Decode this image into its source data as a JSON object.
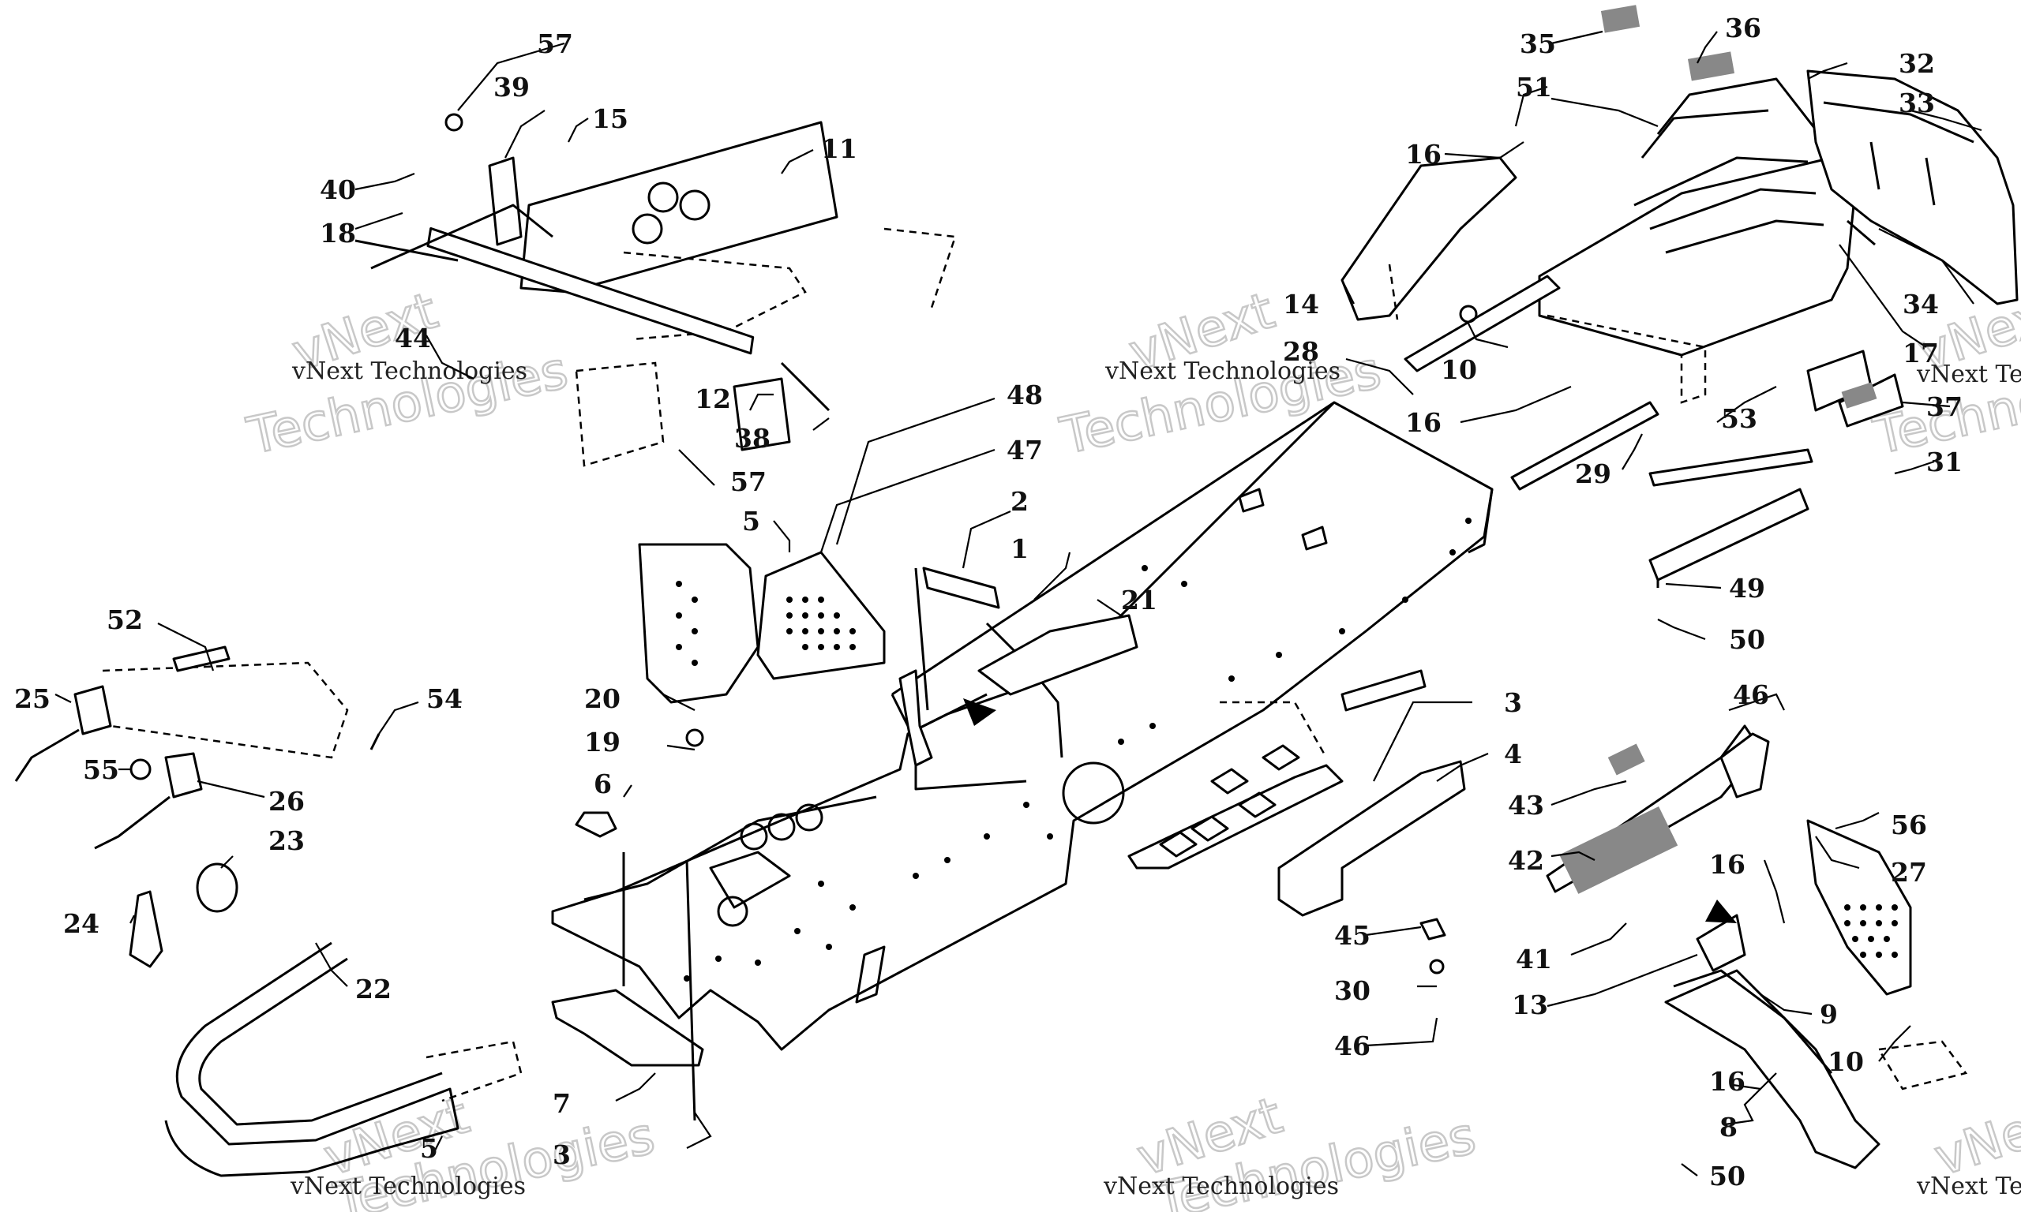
{
  "watermark": {
    "line1": "vNext",
    "line2": "Technologies",
    "full": "vNext Technologies"
  },
  "callouts": [
    "1",
    "2",
    "3",
    "3",
    "4",
    "5",
    "5",
    "6",
    "7",
    "8",
    "9",
    "10",
    "10",
    "11",
    "12",
    "13",
    "14",
    "15",
    "16",
    "16",
    "16",
    "16",
    "17",
    "18",
    "19",
    "20",
    "21",
    "22",
    "23",
    "24",
    "25",
    "26",
    "27",
    "28",
    "29",
    "30",
    "31",
    "32",
    "33",
    "34",
    "35",
    "36",
    "37",
    "38",
    "39",
    "40",
    "41",
    "42",
    "43",
    "44",
    "45",
    "46",
    "46",
    "47",
    "48",
    "49",
    "50",
    "50",
    "51",
    "52",
    "53",
    "54",
    "55",
    "56",
    "57",
    "57"
  ]
}
